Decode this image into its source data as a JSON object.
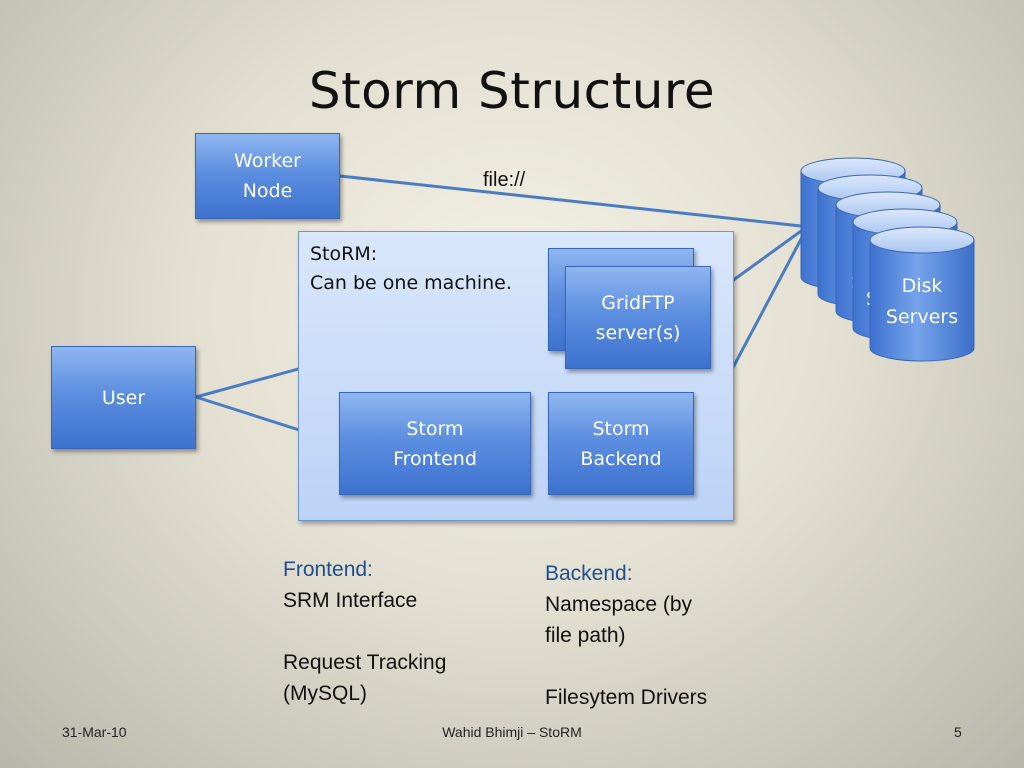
{
  "title": "Storm Structure",
  "file_label": "file://",
  "worker_node": "Worker\nNode",
  "user": "User",
  "storm_container": {
    "label": "StoRM:\nCan be one machine."
  },
  "gridftp": {
    "label": "GridFTP\nserver(s)"
  },
  "frontend_box": "Storm\nFrontend",
  "backend_box": "Storm\nBackend",
  "disk_servers": {
    "label": "Disk\nServers",
    "hidden_letter": "S"
  },
  "frontend_notes": {
    "heading": "Frontend:",
    "line1": "SRM Interface",
    "line2": "Request Tracking",
    "line3": "(MySQL)"
  },
  "backend_notes": {
    "heading": "Backend:",
    "line1": "Namespace (by",
    "line2": "file path)",
    "line3": "Filesytem Drivers"
  },
  "footer": {
    "date": "31-Mar-10",
    "center": "Wahid Bhimji – StoRM",
    "page": "5"
  },
  "colors": {
    "box_fill": "#5d8fe0",
    "line": "#4a7cc4",
    "heading_blue": "#1f4e8c"
  }
}
